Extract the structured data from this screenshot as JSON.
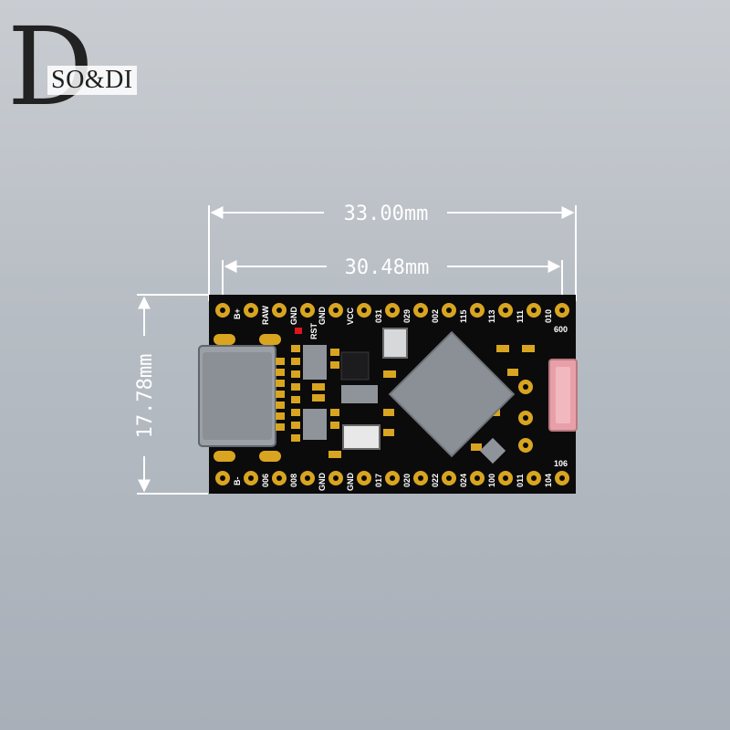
{
  "logo": {
    "initial": "D",
    "brand": "SO&DI"
  },
  "dimensions": {
    "board_length": "33.00mm",
    "pin_row_length": "30.48mm",
    "board_width": "17.78mm"
  },
  "top_pins": [
    "B+",
    "RAW",
    "GND",
    "GND",
    "RST",
    "VCC",
    "031",
    "029",
    "002",
    "115",
    "113",
    "111",
    "010"
  ],
  "bottom_pins": [
    "B-",
    "006",
    "008",
    "GND",
    "GND",
    "017",
    "020",
    "022",
    "024",
    "100",
    "011",
    "104"
  ],
  "right_labels": {
    "top": "600",
    "bottom": "106"
  },
  "colors": {
    "board": "#0b0b0c",
    "pad": "#d9a520",
    "usb": "#9aa0a6",
    "connector": "#e8a0a8",
    "led": "#e0141a",
    "dimension_line": "#ffffff"
  }
}
